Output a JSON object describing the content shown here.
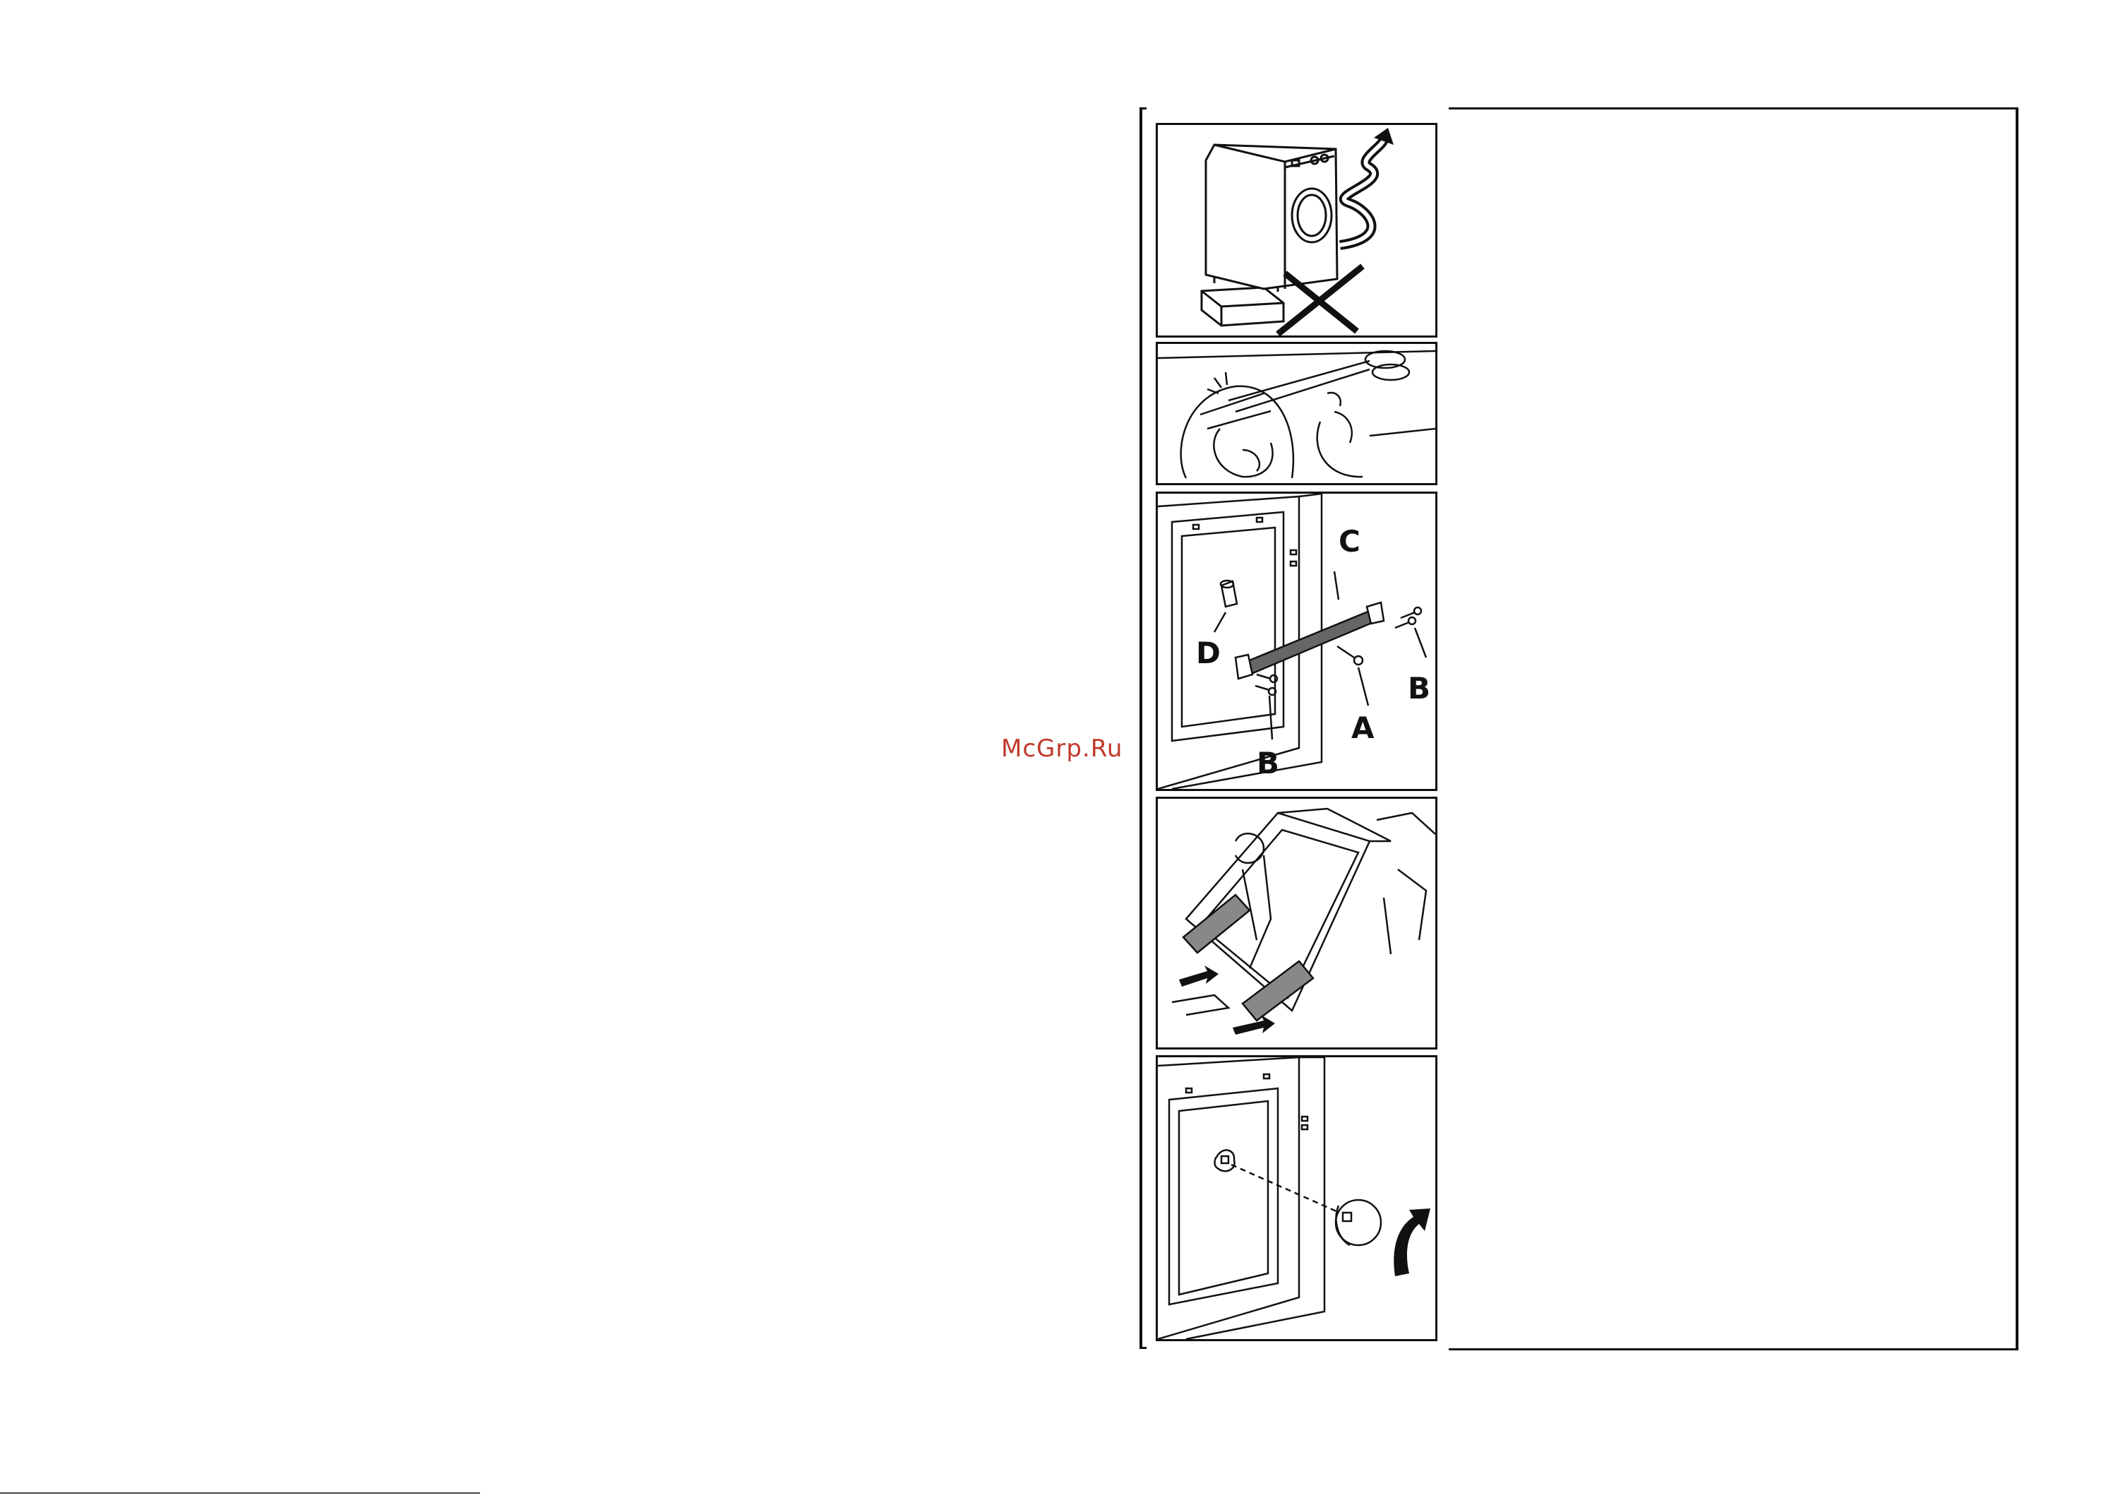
{
  "watermark": {
    "text": "McGrp.Ru",
    "color": "#c0392b"
  },
  "figures": [
    {
      "id": "fig-1",
      "icon": "washer-on-base-prohibited-icon"
    },
    {
      "id": "fig-2",
      "icon": "cut-cable-ties-icon"
    },
    {
      "id": "fig-3",
      "icon": "transit-bracket-removal-icon",
      "labels": {
        "a": "A",
        "b1": "B",
        "b2": "B",
        "c": "C",
        "d": "D"
      }
    },
    {
      "id": "fig-4",
      "icon": "remove-packing-blocks-icon"
    },
    {
      "id": "fig-5",
      "icon": "fit-hole-cap-icon"
    }
  ],
  "colors": {
    "ink": "#111111",
    "hatch": "#555555",
    "paper": "#ffffff"
  }
}
